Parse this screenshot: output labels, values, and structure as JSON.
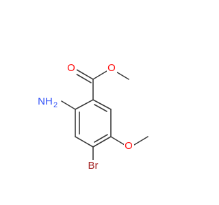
{
  "molecule": {
    "atoms": {
      "carbonyl_oxygen": {
        "label": "O",
        "color": "#ff0d0d"
      },
      "ester_oxygen": {
        "label": "O",
        "color": "#ff0d0d"
      },
      "amino": {
        "label": "NH",
        "subscript": "2",
        "color": "#3050f8"
      },
      "bromo": {
        "label": "Br",
        "color": "#a62929"
      },
      "methoxy_oxygen": {
        "label": "O",
        "color": "#ff0d0d"
      }
    },
    "bond_color": "#3a3a3a"
  }
}
